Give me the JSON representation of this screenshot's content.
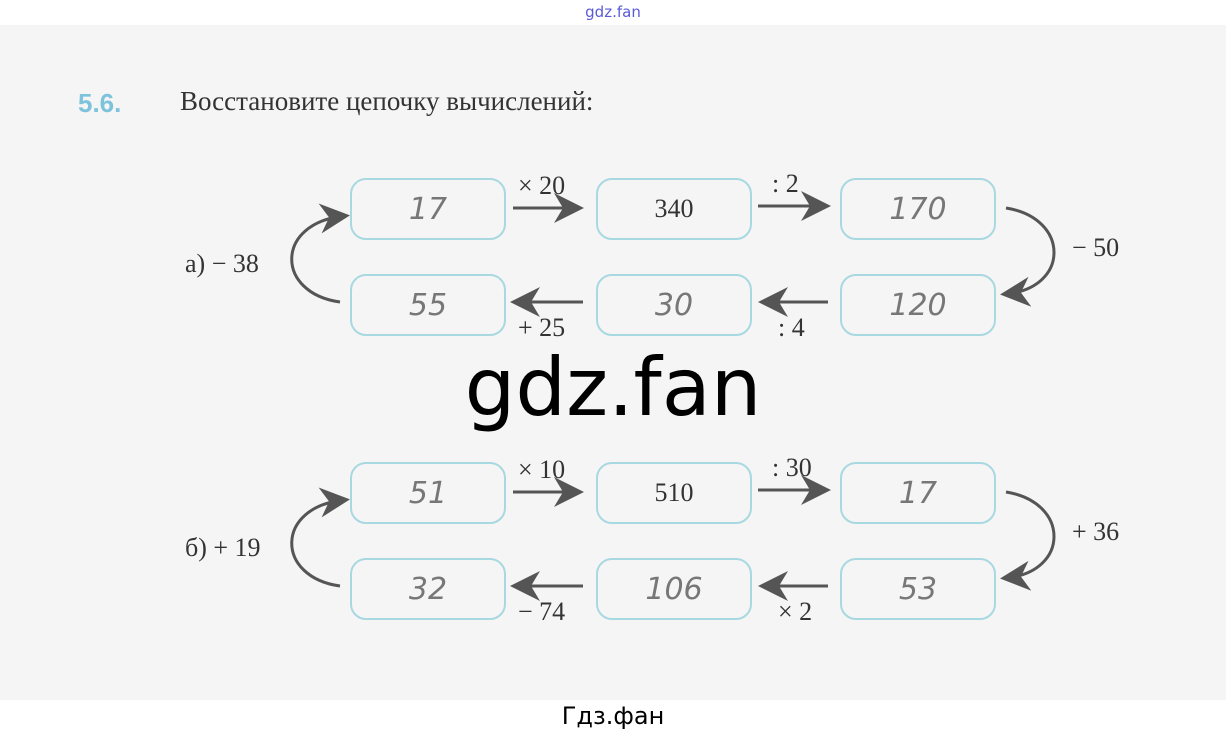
{
  "watermark_top": "gdz.fan",
  "watermark_middle": "gdz.fan",
  "watermark_bottom": "Гдз.фан",
  "task": {
    "number": "5.6.",
    "title": "Восстановите цепочку вычислений:"
  },
  "chains": [
    {
      "label": "а) − 38",
      "values": [
        "17",
        "340",
        "170",
        "120",
        "30",
        "55"
      ],
      "printed": [
        false,
        true,
        false,
        false,
        false,
        false
      ],
      "ops": [
        "× 20",
        ": 2",
        "− 50",
        ": 4",
        "+ 25"
      ]
    },
    {
      "label": "б) + 19",
      "values": [
        "51",
        "510",
        "17",
        "53",
        "106",
        "32"
      ],
      "printed": [
        false,
        true,
        false,
        false,
        false,
        false
      ],
      "ops": [
        "× 10",
        ": 30",
        "+ 36",
        "× 2",
        "− 74"
      ]
    }
  ],
  "colors": {
    "box_border": "#a8d8e0",
    "task_number": "#7ec3dc",
    "arrow": "#555555"
  }
}
